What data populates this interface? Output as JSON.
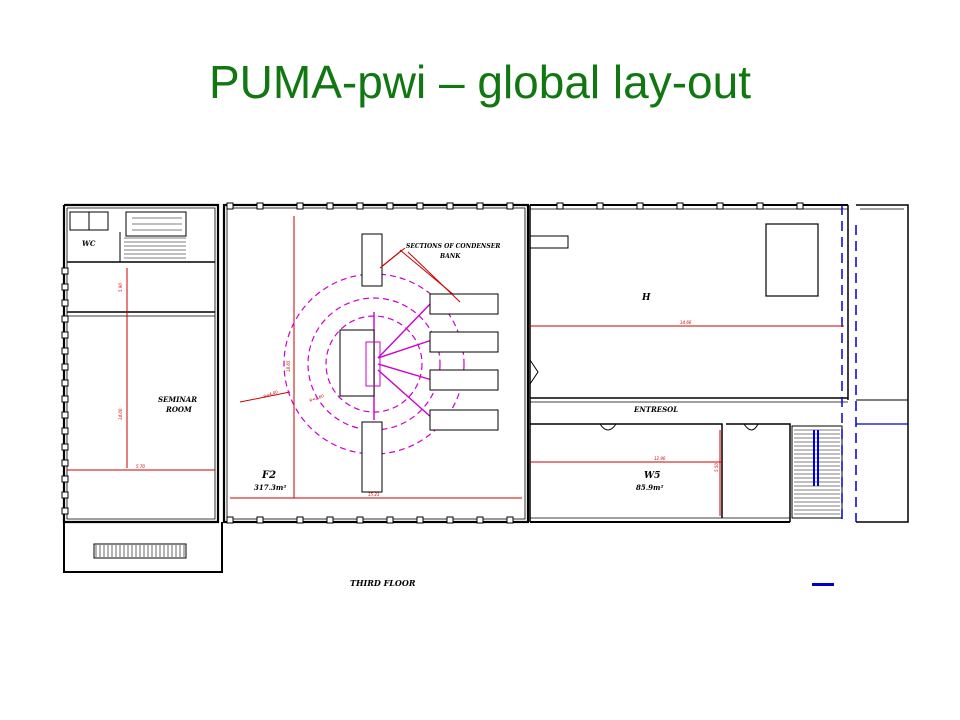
{
  "slide": {
    "title": "PUMA-pwi – global lay-out",
    "title_color": "#117711"
  },
  "plan": {
    "labels": {
      "wc": "WC",
      "seminar_room_line1": "SEMINAR",
      "seminar_room_line2": "ROOM",
      "f2_name": "F2",
      "f2_area": "317.3m²",
      "condenser_line1": "SECTIONS OF CONDENSER",
      "condenser_line2": "BANK",
      "hall_name": "H",
      "entresol": "ENTRESOL",
      "w5_name": "W5",
      "w5_area": "85.9m²",
      "floor_name": "THIRD FLOOR"
    },
    "colors": {
      "walls": "#000000",
      "dimensions": "#cc0000",
      "field_circles": "#cc00cc",
      "glass": "#0000cc"
    }
  }
}
